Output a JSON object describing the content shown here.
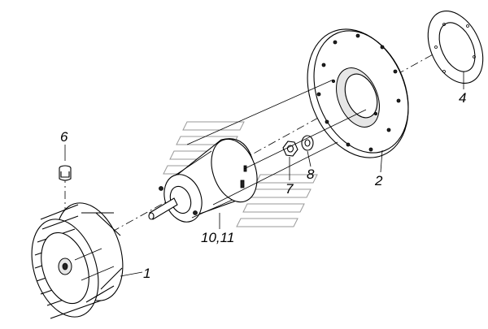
{
  "callouts": {
    "c1": "1",
    "c2": "2",
    "c4": "4",
    "c6": "6",
    "c7": "7",
    "c8": "8",
    "c1011": "10,11"
  }
}
